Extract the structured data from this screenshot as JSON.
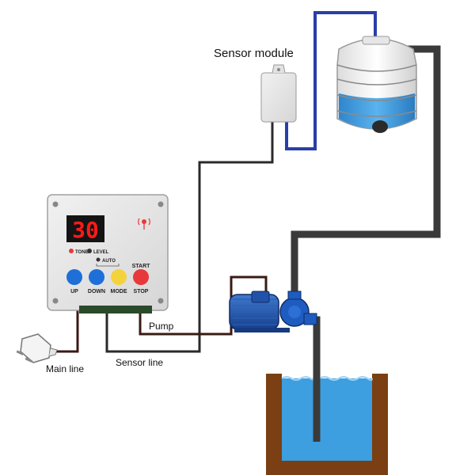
{
  "labels": {
    "sensor_module": "Sensor module",
    "pump": "Pump",
    "main_line": "Main line",
    "sensor_line": "Sensor line"
  },
  "controller": {
    "display_value": "30",
    "indicators": [
      "TONE",
      "LEVEL"
    ],
    "auto_label": "AUTO",
    "buttons": [
      {
        "label": "UP",
        "color": "#1e6fd8"
      },
      {
        "label": "DOWN",
        "color": "#1e6fd8"
      },
      {
        "label": "MODE",
        "color": "#f4d23c"
      },
      {
        "label": "STOP",
        "color": "#e8383b"
      }
    ],
    "start_label": "START",
    "display_color": "#ff1a1a"
  },
  "colors": {
    "sensor_wire": "#2a3ea8",
    "pipe": "#3a3a3a",
    "pump_wire": "#3a1a14",
    "water": "#3d9ee0",
    "soil": "#7a3f12"
  }
}
